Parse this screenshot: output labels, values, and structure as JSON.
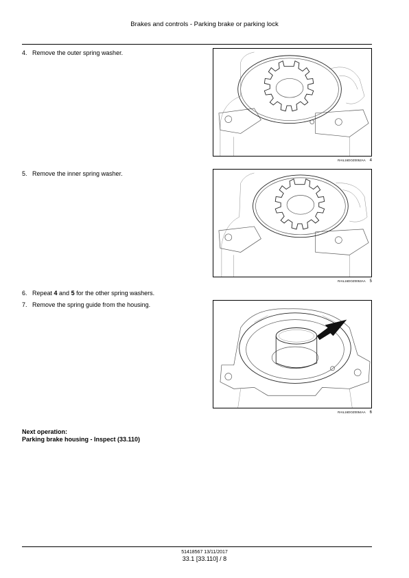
{
  "header": {
    "title": "Brakes and controls - Parking brake or parking lock"
  },
  "steps": [
    {
      "num": "4.",
      "text": "Remove the outer spring washer."
    },
    {
      "num": "5.",
      "text": "Remove the inner spring washer."
    },
    {
      "num": "6.",
      "text_pre": "Repeat ",
      "ref_a": "4",
      "text_mid": " and ",
      "ref_b": "5",
      "text_post": " for the other spring washers."
    },
    {
      "num": "7.",
      "text": "Remove the spring guide from the housing."
    }
  ],
  "figures": [
    {
      "code": "RAIL16DOZ0052AA",
      "number": "4"
    },
    {
      "code": "RAIL16DOZ0053AA",
      "number": "5"
    },
    {
      "code": "RAIL16DOZ0054AA",
      "number": "6"
    }
  ],
  "next_operation": {
    "label": "Next operation:",
    "link": "Parking brake housing - Inspect (33.110)"
  },
  "footer": {
    "doc_id": "51418567 13/11/2017",
    "page_ref": "33.1 [33.110] / 8"
  }
}
